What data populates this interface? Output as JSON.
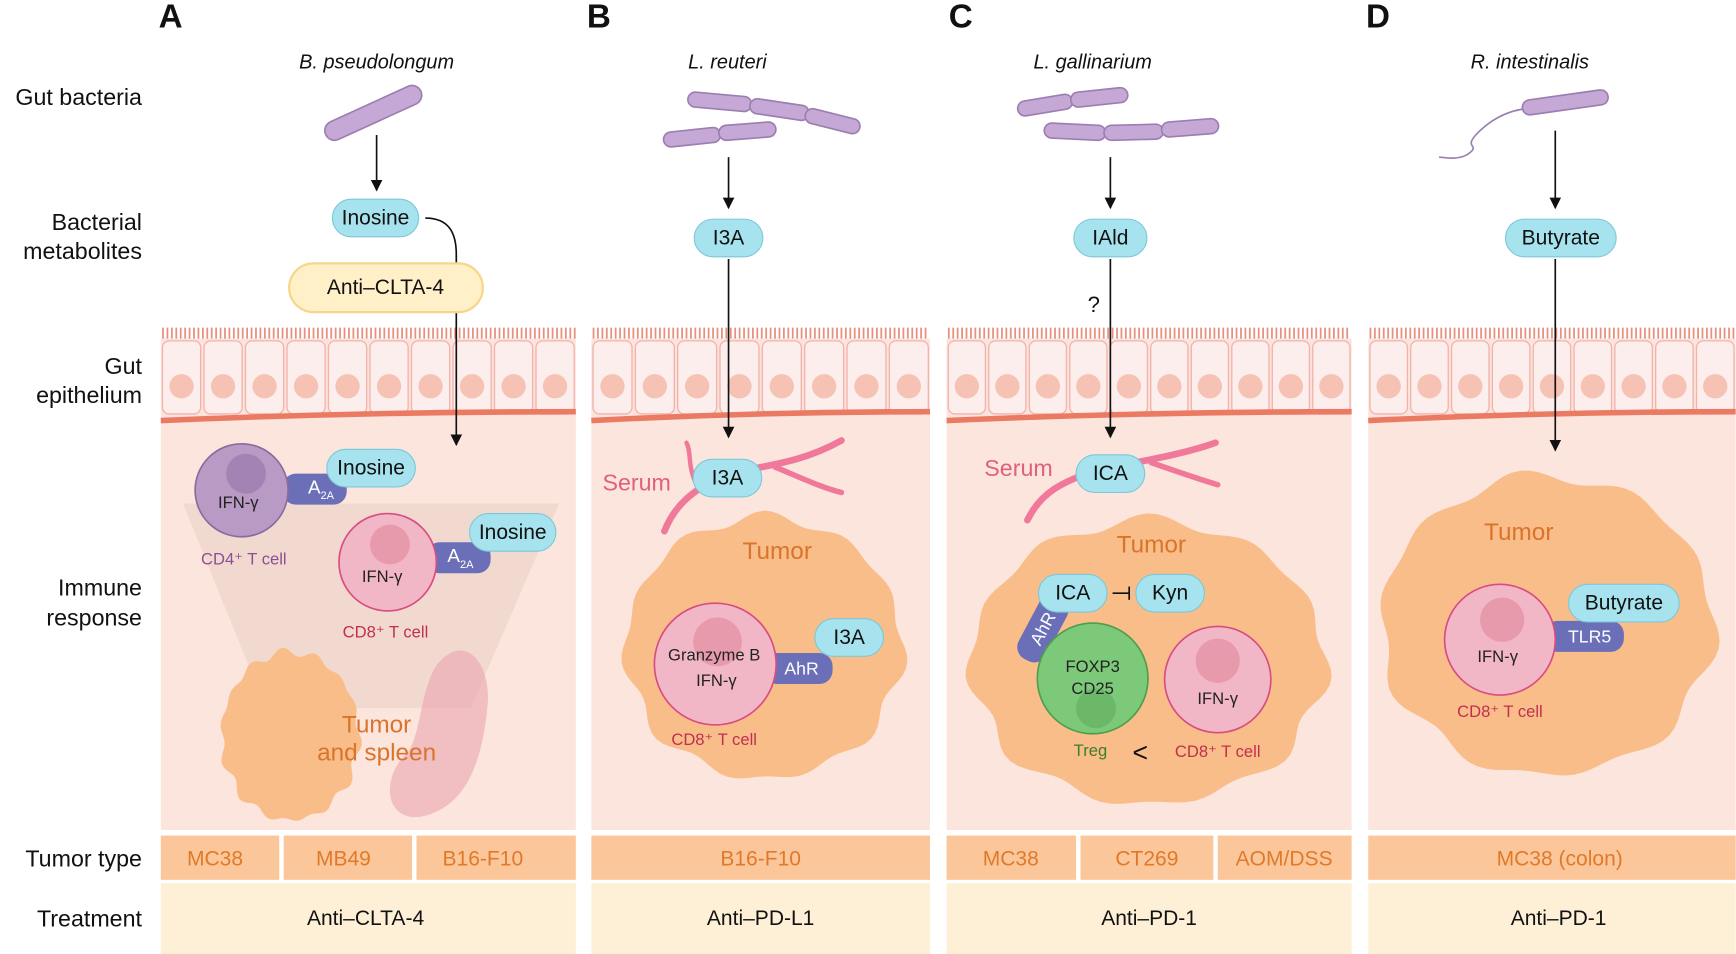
{
  "row_labels": {
    "gut_bacteria": "Gut bacteria",
    "bacterial_metabolites": [
      "Bacterial",
      "metabolites"
    ],
    "gut_epithelium": [
      "Gut",
      "epithelium"
    ],
    "immune_response": [
      "Immune",
      "response"
    ],
    "tumor_type": "Tumor type",
    "treatment": "Treatment"
  },
  "colors": {
    "bacteria": "#c6a8d6",
    "metabolite_pill": "#a6e3ee",
    "receptor": "#6b6fb8",
    "tissue": "#fce5dc",
    "tumor": "#f9bd8a",
    "tumor_type_row": "#fbc79a",
    "treatment_row": "#fdf0d6",
    "treg": "#7dc97a",
    "cd8_cell": "#f2b7c6",
    "cd4_cell": "#b89ac4"
  },
  "panels": {
    "A": {
      "letter": "A",
      "bacterium": "B. pseudolongum",
      "metabolite": "Inosine",
      "drug_pill": "Anti–CLTA-4",
      "cd4_cytokine": "IFN-γ",
      "cd4_label": "CD4⁺ T cell",
      "cd8_cytokine": "IFN-γ",
      "cd8_label": "CD8⁺ T cell",
      "receptor_main": "A",
      "receptor_sub": "2A",
      "ligand": "Inosine",
      "tissue": [
        "Tumor",
        "and spleen"
      ],
      "tumor_types": [
        "MC38",
        "MB49",
        "B16-F10"
      ],
      "treatment": "Anti–CLTA-4"
    },
    "B": {
      "letter": "B",
      "bacterium": "L. reuteri",
      "metabolite": "I3A",
      "serum": "Serum",
      "serum_metabolite": "I3A",
      "tumor": "Tumor",
      "cell_lines": [
        "Granzyme B",
        "IFN-γ"
      ],
      "receptor": "AhR",
      "ligand": "I3A",
      "cd8_label": "CD8⁺ T cell",
      "tumor_types": [
        "B16-F10"
      ],
      "treatment": "Anti–PD-L1"
    },
    "C": {
      "letter": "C",
      "bacterium": "L. gallinarium",
      "metabolite": "IAld",
      "question": "?",
      "serum": "Serum",
      "serum_metabolite": "ICA",
      "tumor": "Tumor",
      "ica": "ICA",
      "kyn": "Kyn",
      "receptor": "AhR",
      "treg_lines": [
        "FOXP3",
        "CD25"
      ],
      "treg_label": "Treg",
      "comparison": "<",
      "cd8_cytokine": "IFN-γ",
      "cd8_label": "CD8⁺ T cell",
      "tumor_types": [
        "MC38",
        "CT269",
        "AOM/DSS"
      ],
      "treatment": "Anti–PD-1"
    },
    "D": {
      "letter": "D",
      "bacterium": "R. intestinalis",
      "metabolite": "Butyrate",
      "tumor": "Tumor",
      "cd8_cytokine": "IFN-γ",
      "receptor": "TLR5",
      "ligand": "Butyrate",
      "cd8_label": "CD8⁺ T cell",
      "tumor_types": [
        "MC38 (colon)"
      ],
      "treatment": "Anti–PD-1"
    }
  }
}
